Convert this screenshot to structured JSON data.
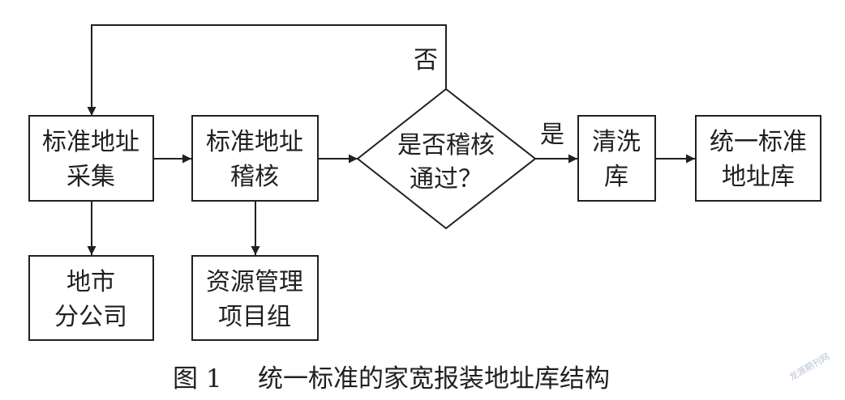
{
  "diagram": {
    "nodes": {
      "collect": {
        "line1": "标准地址",
        "line2": "采集"
      },
      "audit": {
        "line1": "标准地址",
        "line2": "稽核"
      },
      "decision": {
        "line1": "是否稽核",
        "line2": "通过？"
      },
      "clean": {
        "line1": "清洗",
        "line2": "库"
      },
      "unified": {
        "line1": "统一标准",
        "line2": "地址库"
      },
      "branch": {
        "line1": "地市",
        "line2": "分公司"
      },
      "resource": {
        "line1": "资源管理",
        "line2": "项目组"
      }
    },
    "edges": {
      "yes_label": "是",
      "no_label": "否"
    }
  },
  "caption": {
    "number": "图 1",
    "text": "统一标准的家宽报装地址库结构"
  },
  "watermark": "龙源期刊网"
}
